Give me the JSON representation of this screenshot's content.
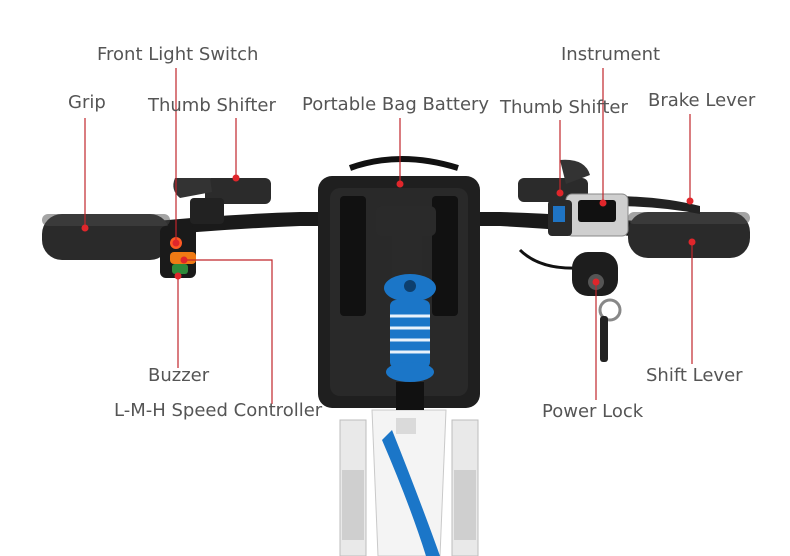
{
  "colors": {
    "leader": "#c0262b",
    "dot": "#e0262b",
    "label_text": "#555555",
    "frame_blue": "#1b76c8",
    "frame_white": "#f2f2f2",
    "bar_black": "#1a1a1a"
  },
  "labels": {
    "front_light_switch": "Front Light Switch",
    "instrument": "Instrument",
    "grip": "Grip",
    "thumb_shifter_left": "Thumb Shifter",
    "portable_bag_battery": "Portable Bag Battery",
    "thumb_shifter_right": "Thumb Shifter",
    "brake_lever": "Brake Lever",
    "buzzer": "Buzzer",
    "speed_controller": "L-M-H Speed Controller",
    "power_lock": "Power Lock",
    "shift_lever": "Shift Lever"
  }
}
